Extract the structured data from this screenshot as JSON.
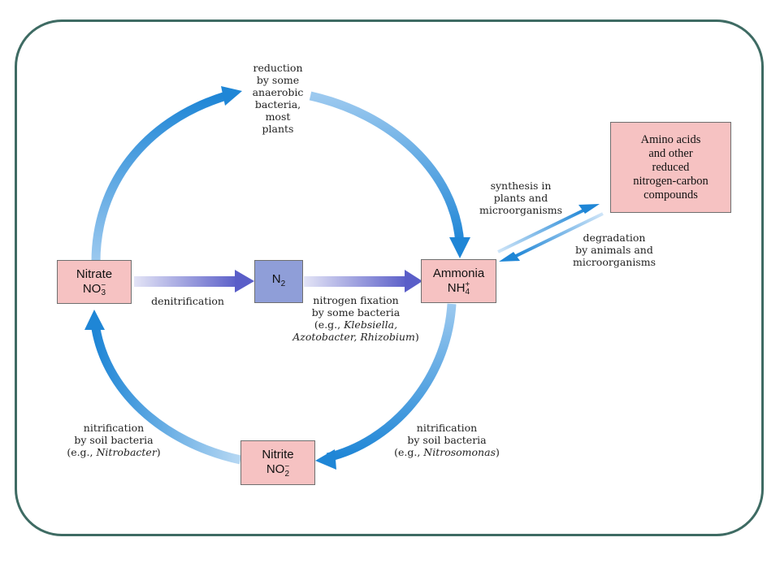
{
  "nodes": {
    "nitrate": {
      "name": "Nitrate",
      "formula": "NO",
      "sub": "3",
      "sup": "−"
    },
    "n2": {
      "formula": "N",
      "sub": "2"
    },
    "ammonia": {
      "name": "Ammonia",
      "formula": "NH",
      "sub": "4",
      "sup": "+"
    },
    "nitrite": {
      "name": "Nitrite",
      "formula": "NO",
      "sub": "2",
      "sup": "−"
    },
    "amino": {
      "lines": [
        "Amino acids",
        "and other",
        "reduced",
        "nitrogen-carbon",
        "compounds"
      ]
    }
  },
  "labels": {
    "reduction": [
      "reduction",
      "by some",
      "anaerobic",
      "bacteria,",
      "most",
      "plants"
    ],
    "denitrification": "denitrification",
    "fixation": {
      "line1": "nitrogen fixation",
      "line2": "by some bacteria",
      "line3_pre": "(e.g., ",
      "line3_it": "Klebsiella,",
      "line4_it": "Azotobacter, Rhizobium",
      "line4_post": ")"
    },
    "synthesis": [
      "synthesis in",
      "plants and",
      "microorganisms"
    ],
    "degradation": [
      "degradation",
      "by animals and",
      "microorganisms"
    ],
    "nitrification_left": {
      "line1": "nitrification",
      "line2": "by soil bacteria",
      "line3_pre": "(e.g., ",
      "line3_it": "Nitrobacter",
      "line3_post": ")"
    },
    "nitrification_right": {
      "line1": "nitrification",
      "line2": "by soil bacteria",
      "line3_pre": "(e.g., ",
      "line3_it": "Nitrosomonas",
      "line3_post": ")"
    }
  },
  "colors": {
    "frame": "#3e6b63",
    "arrow_blue": "#1f86d6",
    "arrow_light": "#d9ecfb",
    "arrow_purple": "#5a5ec8",
    "box_pink": "#f6c2c2",
    "box_blue": "#8f9ed8"
  }
}
